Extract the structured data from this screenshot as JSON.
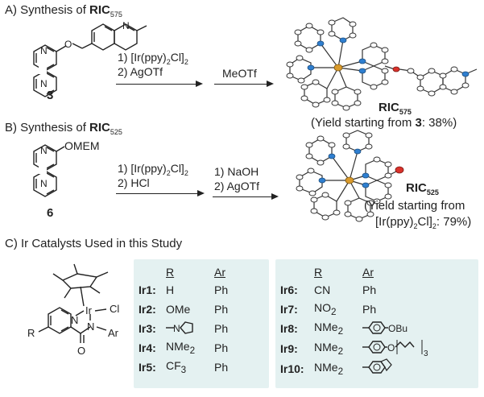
{
  "sectionA": {
    "label": "A) Synthesis of ",
    "compound": "RIC",
    "subscript": "575",
    "starting_number": "3",
    "step1": "1) [Ir(ppy)",
    "step1_sub": "2",
    "step1_end": "Cl]",
    "step1_sub2": "2",
    "step2": "2) AgOTf",
    "step3": "MeOTf",
    "product": "RIC",
    "product_sub": "575",
    "yield_pre": "(Yield starting from ",
    "yield_num": "3",
    "yield_post": ": 38%)"
  },
  "sectionB": {
    "label": "B) Synthesis of ",
    "compound": "RIC",
    "subscript": "525",
    "substituent": "OMEM",
    "starting_number": "6",
    "step1a_a": "1) [Ir(ppy)",
    "step1a_sub": "2",
    "step1a_b": "Cl]",
    "step1a_sub2": "2",
    "step1b": "2) HCl",
    "step2a": "1) NaOH",
    "step2b": "2) AgOTf",
    "product": "RIC",
    "product_sub": "525",
    "yield_line1": "(Yield starting from",
    "yield_line2a": "[Ir(ppy)",
    "yield_line2_sub": "2",
    "yield_line2b": "Cl]",
    "yield_line2_sub2": "2",
    "yield_line2c": ": 79%)"
  },
  "sectionC": {
    "label": "C) Ir Catalysts Used in this Study",
    "atoms": {
      "ir": "Ir",
      "cl": "Cl",
      "n1": "N",
      "n2": "N",
      "o": "O",
      "r": "R",
      "ar": "Ar"
    },
    "col_r": "R",
    "col_ar": "Ar",
    "left_rows": [
      {
        "name": "Ir1",
        "r": "H",
        "ar": "Ph"
      },
      {
        "name": "Ir2",
        "r": "OMe",
        "ar": "Ph"
      },
      {
        "name": "Ir3",
        "r": "",
        "ar": "Ph"
      },
      {
        "name": "Ir4",
        "r": "NMe",
        "r_sub": "2",
        "ar": "Ph"
      },
      {
        "name": "Ir5",
        "r": "CF",
        "r_sub": "3",
        "ar": "Ph"
      }
    ],
    "right_rows": [
      {
        "name": "Ir6",
        "r": "CN",
        "ar": "Ph"
      },
      {
        "name": "Ir7",
        "r": "NO",
        "r_sub": "2",
        "ar": "Ph"
      },
      {
        "name": "Ir8",
        "r": "NMe",
        "r_sub": "2",
        "ar": "OBu"
      },
      {
        "name": "Ir9",
        "r": "NMe",
        "r_sub": "2",
        "ar": "O",
        "ar_sub": "3"
      },
      {
        "name": "Ir10",
        "r": "NMe",
        "r_sub": "2",
        "ar": ""
      }
    ]
  },
  "colors": {
    "iridium": "#d99a2b",
    "nitrogen": "#2f7fd0",
    "oxygen": "#d9322b",
    "panel": "#e4f1f1"
  }
}
